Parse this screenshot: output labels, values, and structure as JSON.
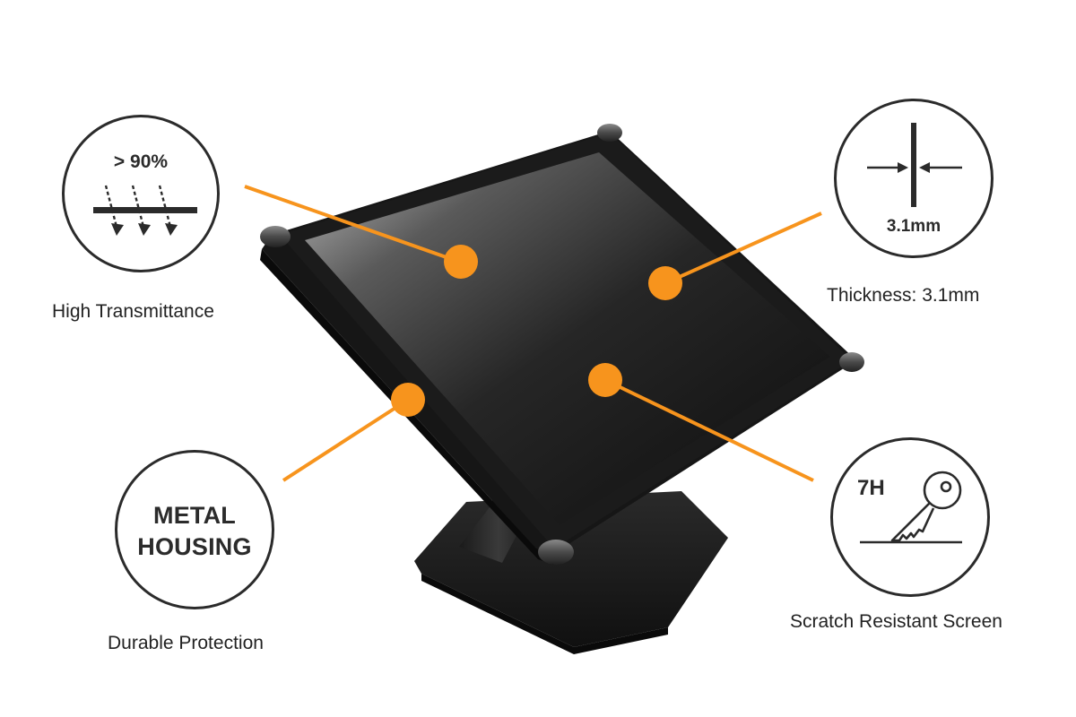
{
  "colors": {
    "accent": "#f7941d",
    "badge_stroke": "#2b2b2b",
    "text": "#222222",
    "background": "#ffffff"
  },
  "product": {
    "name": "touch-monitor"
  },
  "features": {
    "transmittance": {
      "badge_value": "> 90%",
      "caption": "High Transmittance",
      "icon": "light-transmission-icon"
    },
    "thickness": {
      "badge_value": "3.1mm",
      "caption": "Thickness: 3.1mm",
      "icon": "thickness-arrows-icon"
    },
    "housing": {
      "badge_line1": "METAL",
      "badge_line2": "HOUSING",
      "caption": "Durable Protection"
    },
    "hardness": {
      "badge_value": "7H",
      "caption": "Scratch Resistant Screen",
      "icon": "key-scratch-icon"
    }
  }
}
